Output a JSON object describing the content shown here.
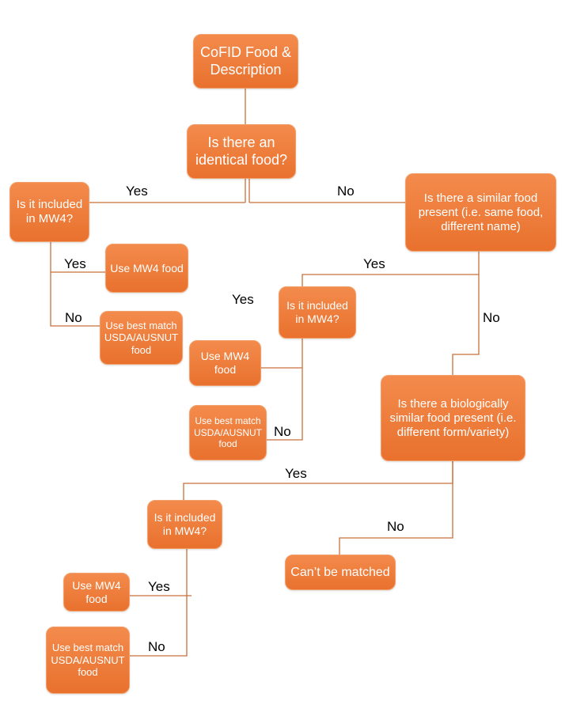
{
  "nodes": {
    "start": "CoFID Food & Description",
    "identical_q": "Is there an identical food?",
    "included_q1": "Is it included in MW4?",
    "similar_q": "Is there a similar food present (i.e. same food, different name)",
    "use_mw4_1": "Use MW4 food",
    "best_match_1": "Use best match USDA/AUSNUT food",
    "included_q2": "Is it included in MW4?",
    "use_mw4_2": "Use MW4 food",
    "best_match_2": "Use best match USDA/AUSNUT food",
    "bio_similar_q": "Is there a biologically similar food present (i.e. different form/variety)",
    "included_q3": "Is it included in MW4?",
    "cant_match": "Can’t be matched",
    "use_mw4_3": "Use MW4 food",
    "best_match_3": "Use best match USDA/AUSNUT food"
  },
  "edge_labels": {
    "identical_yes": "Yes",
    "identical_no": "No",
    "included1_yes": "Yes",
    "included1_no": "No",
    "similar_yes": "Yes",
    "similar_no": "No",
    "included2_yes": "Yes",
    "included2_no": "No",
    "bio_yes": "Yes",
    "bio_no": "No",
    "included3_yes": "Yes",
    "included3_no": "No"
  },
  "colors": {
    "node_fill": "#ee7b37",
    "connector": "#c8703a",
    "label_text": "#000000"
  }
}
